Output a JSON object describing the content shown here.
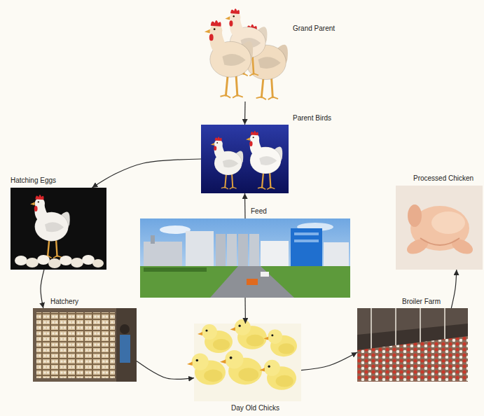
{
  "diagram": {
    "nodes": [
      {
        "text": [
          "Grand Parent"
        ]
      },
      {
        "text": [
          "Parent Birds"
        ]
      },
      {
        "text": [
          "Hatching Eggs"
        ]
      },
      {
        "text": [
          "Processed Chicken"
        ]
      },
      {
        "text": [
          "Feed"
        ]
      },
      {
        "text": [
          "Hatchery"
        ]
      },
      {
        "text": [
          "Broiler Farm"
        ]
      },
      {
        "text": [
          "Day Old Chicks"
        ]
      }
    ],
    "edges": [
      {
        "from": 0,
        "to": 1,
        "arrow": "to"
      },
      {
        "from": 1,
        "to": 2,
        "arrow": "to"
      },
      {
        "from": 2,
        "to": 5,
        "arrow": "to"
      },
      {
        "from": 5,
        "to": 7,
        "arrow": "to"
      },
      {
        "from": 4,
        "to": 1,
        "arrow": "to"
      },
      {
        "from": 4,
        "to": 7,
        "arrow": "to"
      },
      {
        "from": 7,
        "to": 6,
        "arrow": "to"
      },
      {
        "from": 6,
        "to": 3,
        "arrow": "to"
      }
    ]
  }
}
